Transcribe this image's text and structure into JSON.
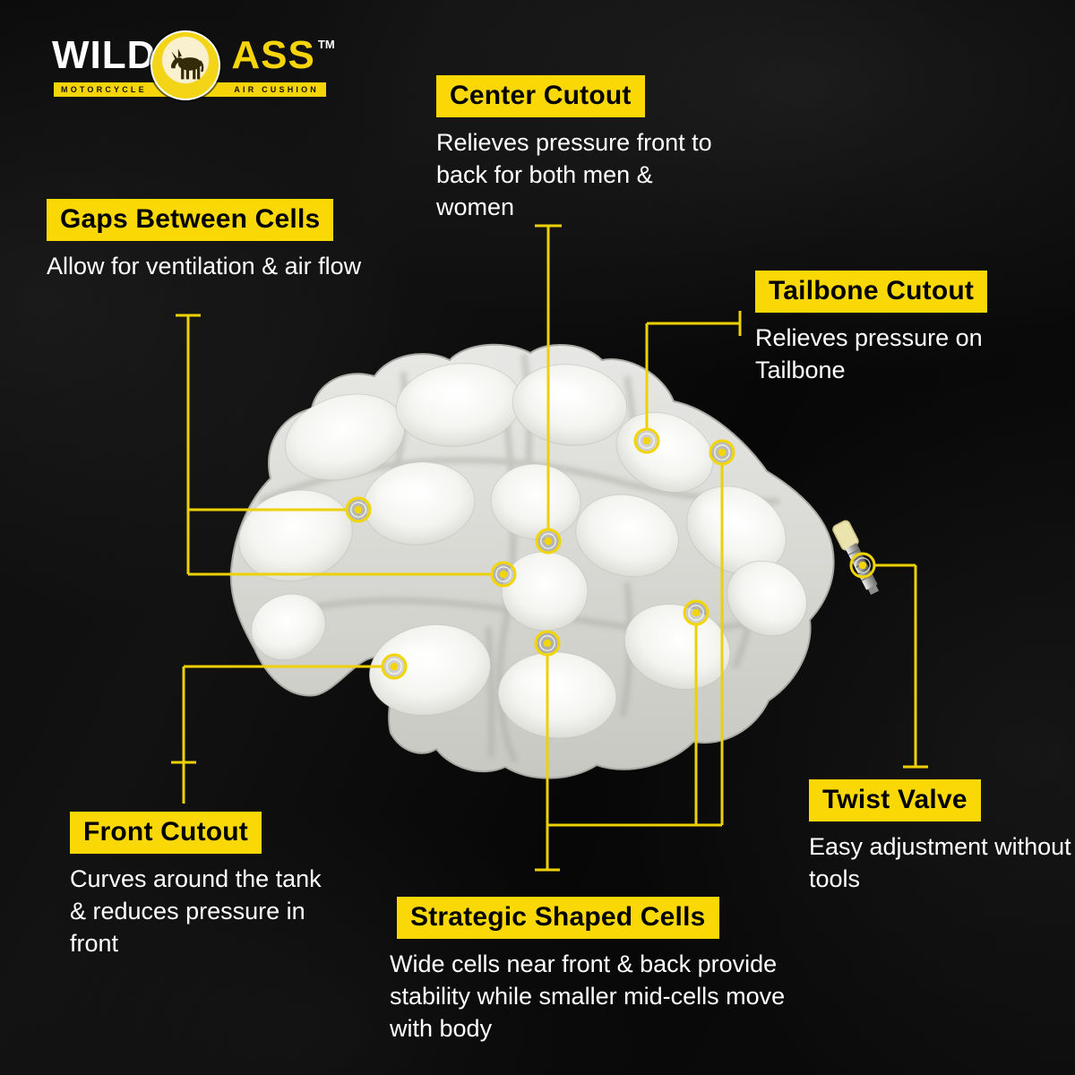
{
  "colors": {
    "accent_yellow": "#F9D806",
    "line_yellow": "#EDD106",
    "background_black": "#050505",
    "text_white": "#FFFFFF",
    "label_text_black": "#000000"
  },
  "logo": {
    "word1": "WILD",
    "word2": "ASS",
    "trademark": "TM",
    "tagline_left": "MOTORCYCLE",
    "tagline_right": "AIR CUSHION",
    "icon": "donkey-icon"
  },
  "figure": {
    "name": "inflatable-air-cell-cushion",
    "valve": "twist-valve-hardware"
  },
  "callouts": [
    {
      "id": "center-cutout",
      "title": "Center Cutout",
      "description": "Relieves pressure front to back for both men & women"
    },
    {
      "id": "gaps-between-cells",
      "title": "Gaps Between Cells",
      "description": "Allow for ventilation & air flow"
    },
    {
      "id": "tailbone-cutout",
      "title": "Tailbone Cutout",
      "description": "Relieves pressure on Tailbone"
    },
    {
      "id": "front-cutout",
      "title": "Front Cutout",
      "description": "Curves around the tank & reduces pressure in front"
    },
    {
      "id": "twist-valve",
      "title": "Twist Valve",
      "description": "Easy adjustment without tools"
    },
    {
      "id": "strategic-shaped-cells",
      "title": "Strategic Shaped Cells",
      "description": "Wide cells near front & back provide stability while smaller mid-cells move with body"
    }
  ]
}
